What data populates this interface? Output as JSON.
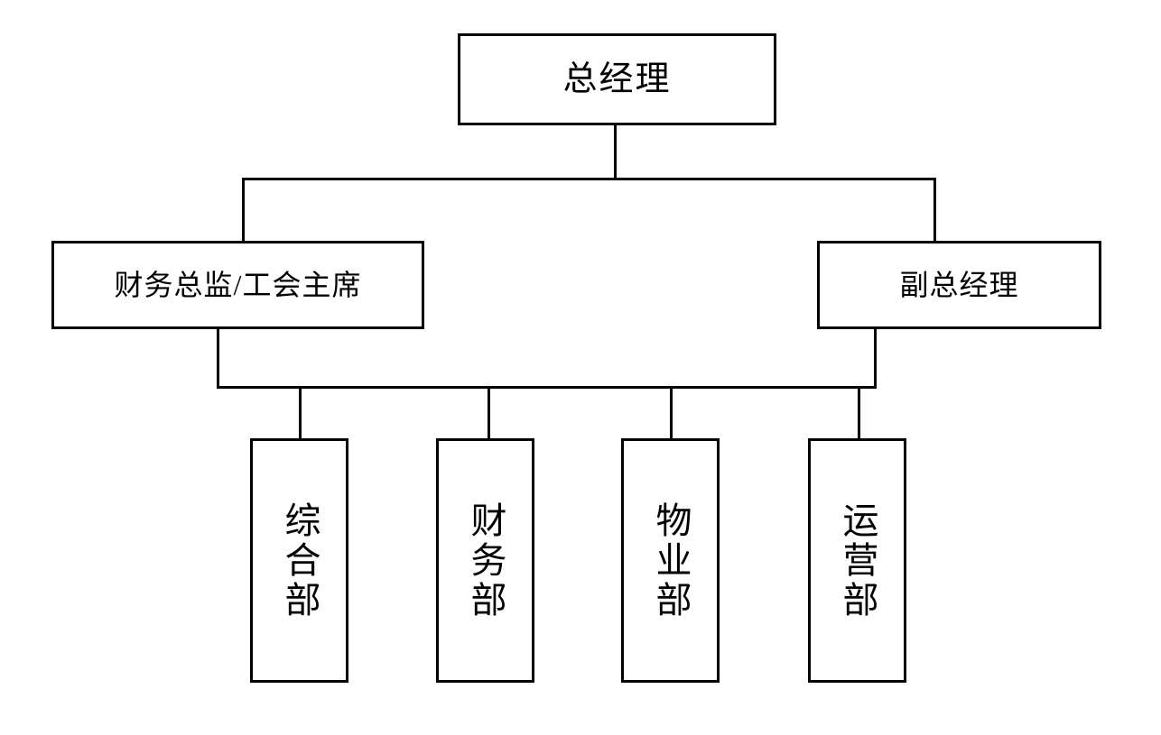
{
  "chart_data": {
    "type": "diagram",
    "diagram_type": "organizational-chart",
    "title": "",
    "orientation": "top-down",
    "levels": 3,
    "nodes": [
      {
        "id": "gm",
        "label": "总经理",
        "level": 1,
        "text_direction": "horizontal"
      },
      {
        "id": "cfo",
        "label": "财务总监/工会主席",
        "level": 2,
        "text_direction": "horizontal"
      },
      {
        "id": "dgm",
        "label": "副总经理",
        "level": 2,
        "text_direction": "horizontal"
      },
      {
        "id": "dept0",
        "label": "综合部",
        "level": 3,
        "text_direction": "vertical"
      },
      {
        "id": "dept1",
        "label": "财务部",
        "level": 3,
        "text_direction": "vertical"
      },
      {
        "id": "dept2",
        "label": "物业部",
        "level": 3,
        "text_direction": "vertical"
      },
      {
        "id": "dept3",
        "label": "运营部",
        "level": 3,
        "text_direction": "vertical"
      }
    ],
    "edges": [
      {
        "from": "gm",
        "to": "cfo"
      },
      {
        "from": "gm",
        "to": "dgm"
      },
      {
        "from": "cfo",
        "to": "dept0"
      },
      {
        "from": "cfo",
        "to": "dept1"
      },
      {
        "from": "cfo",
        "to": "dept2"
      },
      {
        "from": "cfo",
        "to": "dept3"
      },
      {
        "from": "dgm",
        "to": "dept0"
      },
      {
        "from": "dgm",
        "to": "dept1"
      },
      {
        "from": "dgm",
        "to": "dept2"
      },
      {
        "from": "dgm",
        "to": "dept3"
      }
    ],
    "colors": {
      "background": "#ffffff",
      "box_border": "#000000",
      "box_fill": "#ffffff",
      "connector": "#000000",
      "text": "#000000"
    }
  },
  "top": {
    "general_manager": "总经理"
  },
  "second_level": {
    "finance_director": "财务总监/工会主席",
    "deputy_general_manager": "副总经理"
  },
  "departments": [
    {
      "label": "综合部"
    },
    {
      "label": "财务部"
    },
    {
      "label": "物业部"
    },
    {
      "label": "运营部"
    }
  ]
}
